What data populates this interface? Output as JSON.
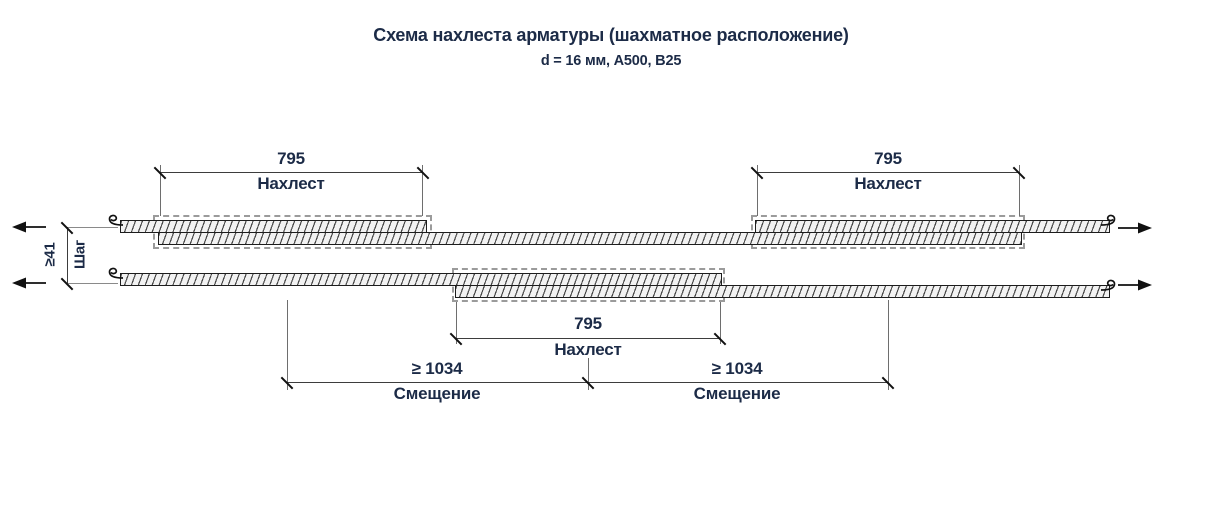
{
  "title": "Схема нахлеста арматуры (шахматное расположение)",
  "subtitle": "d = 16 мм, A500, B25",
  "colors": {
    "text": "#1c2b47",
    "dimension_line": "#3d3d3d",
    "extension_line": "#6e6e6e",
    "bar_outline": "#1c1c1c",
    "bar_fill": "#f2f2f2",
    "lap_zone_dash": "#9b9b9b",
    "arrow": "#111111"
  },
  "dims": {
    "lap_top_left": {
      "value": "795",
      "label": "Нахлест"
    },
    "lap_top_right": {
      "value": "795",
      "label": "Нахлест"
    },
    "lap_bottom": {
      "value": "795",
      "label": "Нахлест"
    },
    "offset_left": {
      "value": "≥ 1034",
      "label": "Смещение"
    },
    "offset_right": {
      "value": "≥ 1034",
      "label": "Смещение"
    },
    "row_step": {
      "value": "≥41",
      "label": "Шаг"
    }
  }
}
